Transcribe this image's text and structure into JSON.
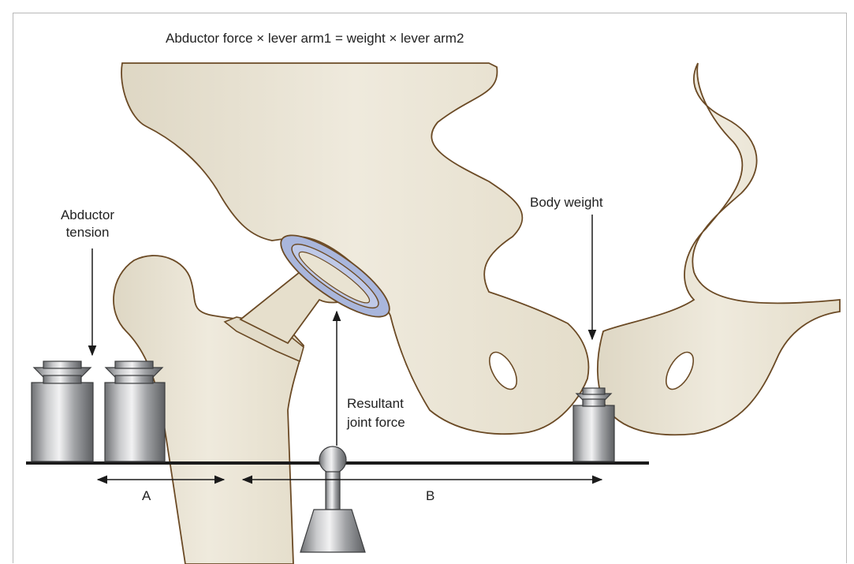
{
  "title": "Abductor force × lever arm1 = weight × lever arm2",
  "labels": {
    "abductor_tension_line1": "Abductor",
    "abductor_tension_line2": "tension",
    "body_weight": "Body weight",
    "resultant_line1": "Resultant",
    "resultant_line2": "joint force",
    "lever_a": "A",
    "lever_b": "B"
  },
  "colors": {
    "bone_fill": "#ece6d6",
    "bone_outline": "#6b4a25",
    "cartilage": "#a9b6dc",
    "beam": "#1b1b1b",
    "metal_light": "#d9dadc",
    "metal_dark": "#6e7073"
  },
  "icons": [
    "weight-icon",
    "fulcrum-icon",
    "arrow-icon"
  ]
}
